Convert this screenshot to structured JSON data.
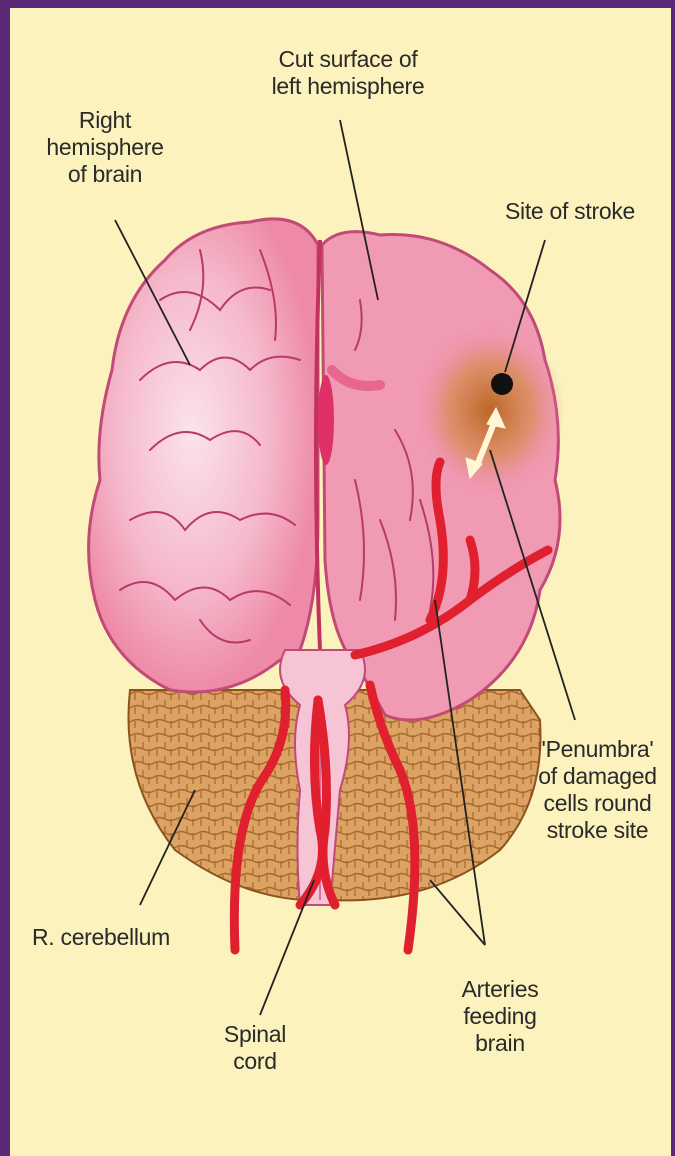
{
  "labels": {
    "cut_surface": "Cut surface of\nleft hemisphere",
    "right_hemisphere": "Right\nhemisphere\nof brain",
    "site_of_stroke": "Site of stroke",
    "penumbra": "'Penumbra'\nof damaged\ncells round\nstroke site",
    "r_cerebellum": "R. cerebellum",
    "spinal_cord": "Spinal\ncord",
    "arteries": "Arteries\nfeeding\nbrain"
  },
  "colors": {
    "background": "#fbf2bd",
    "border": "#5a2a78",
    "brain": "#ee8aa8",
    "brain_light": "#f8c8d6",
    "artery": "#e0202e",
    "cerebellum": "#d9a25e",
    "stroke_site": "#111111",
    "penumbra": "#c8702a"
  }
}
